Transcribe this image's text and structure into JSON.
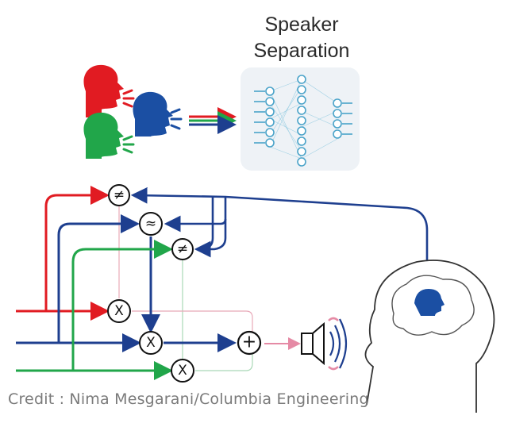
{
  "title": {
    "line1": "Speaker",
    "line2": "Separation"
  },
  "credit": "Credit : Nima Mesgarani/Columbia Engineering",
  "operators": {
    "not_equal_top": "≠",
    "approx": "≈",
    "not_equal_mid": "≠",
    "multiply_red": "X",
    "multiply_blue": "X",
    "multiply_green": "X",
    "sum": "+"
  },
  "colors": {
    "red": "#e11b22",
    "blue": "#1e3f8f",
    "green": "#21a64a",
    "speaker_blue": "#1b4fa3",
    "network": "#4aa3c9",
    "head_outline": "#333333",
    "pink": "#e58aa5"
  },
  "icons": [
    "red-speaker-head",
    "green-speaker-head",
    "blue-speaker-head",
    "neural-network-icon",
    "loudspeaker-icon",
    "listener-head-icon"
  ]
}
